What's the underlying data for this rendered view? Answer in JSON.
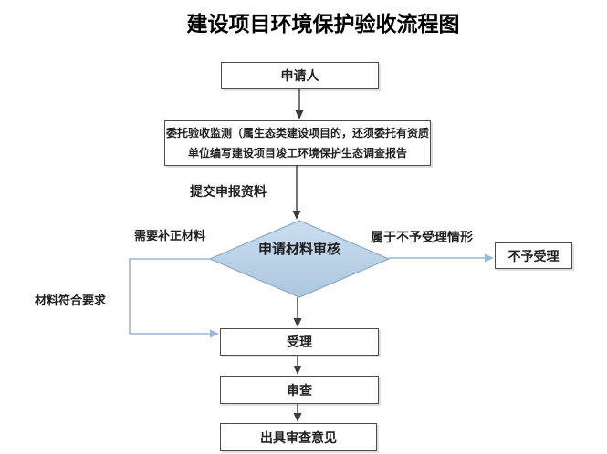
{
  "title": "建设项目环境保护验收流程图",
  "nodes": {
    "applicant": {
      "label": "申请人"
    },
    "entrust": {
      "line1": "委托验收监测（属生态类建设项目的，还须委托有资质",
      "line2": "单位编写建设项目竣工环境保护生态调查报告"
    },
    "material_review": {
      "label": "申请材料审核"
    },
    "not_accepted": {
      "label": "不予受理"
    },
    "accept": {
      "label": "受理"
    },
    "review": {
      "label": "审查"
    },
    "issue_opinion": {
      "label": "出具审查意见"
    }
  },
  "edge_labels": {
    "submit_materials": "提交申报资料",
    "need_correction": "需要补正材料",
    "materials_ok": "材料符合要求",
    "not_accept_case": "属于不予受理情形"
  },
  "colors": {
    "diamond_fill_top": "#cbdeee",
    "diamond_fill_bottom": "#abc7df",
    "diamond_border": "#93aec7",
    "box_border": "#4c4c4c",
    "dark_arrow": "#3b3b3b",
    "blue_connector": "#9bb8d3",
    "text": "#1f1f1f"
  }
}
